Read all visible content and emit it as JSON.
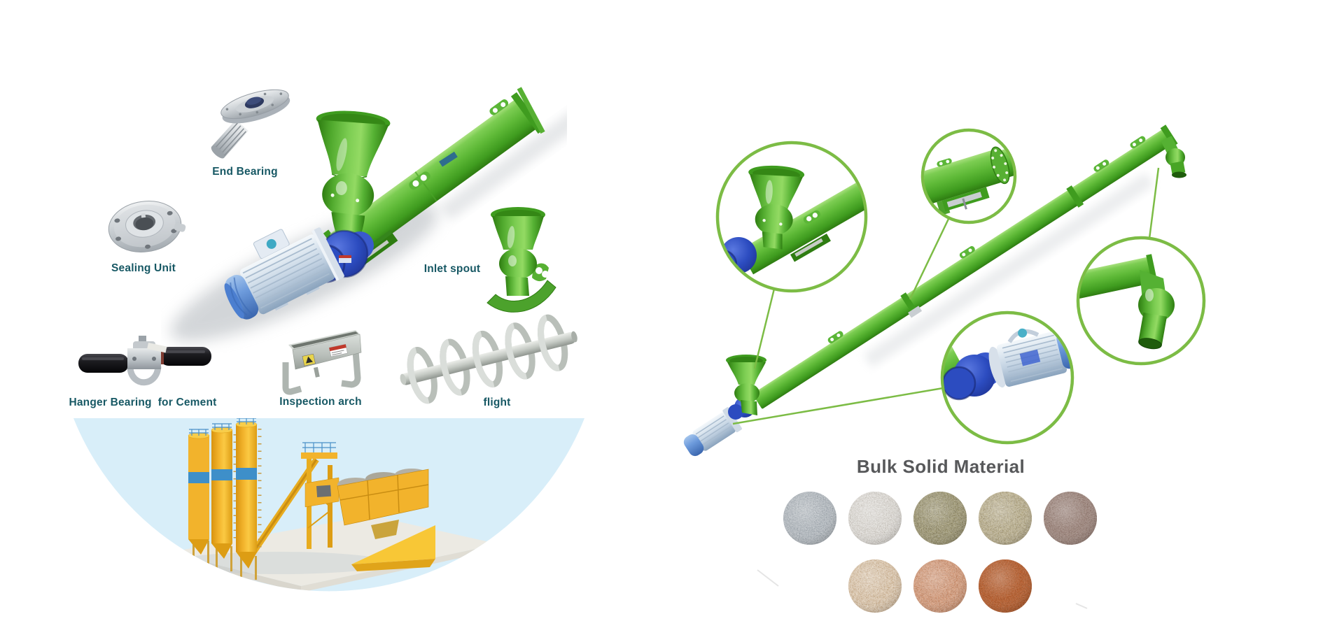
{
  "theme": {
    "accent-green": "#6cc04a",
    "green-dark": "#2e7c11",
    "detail-circle-stroke": "#7cbc45",
    "leader-line": "#7cbc45",
    "label-color": "#175864",
    "heading-color": "#57585a",
    "gearbox-blue": "#2c4cc0",
    "motor-blue": "#5b8fd6",
    "bowl-blue": "#d8eef9",
    "silo-yellow": "#f2b32c",
    "canvas-bg": "#ffffff"
  },
  "left_panel": {
    "parts": [
      {
        "id": "end-bearing",
        "label": "End Bearing"
      },
      {
        "id": "sealing-unit",
        "label": "Sealing Unit"
      },
      {
        "id": "inlet-spout",
        "label": "Inlet spout"
      },
      {
        "id": "hanger-bearing",
        "label": "Hanger Bearing  for Cement"
      },
      {
        "id": "inspection-arch",
        "label": "Inspection arch"
      },
      {
        "id": "flight",
        "label": "flight"
      }
    ],
    "scene": "concrete-batching-plant"
  },
  "right_panel": {
    "heading": "Bulk Solid Material",
    "figure": "assembled-screw-conveyor-with-detail-circles",
    "material_swatches": [
      {
        "name": "gray-cement-powder",
        "base": "#a4acb3",
        "dark": "#7f8890"
      },
      {
        "name": "white-limestone-powder",
        "base": "#d7d3cc",
        "dark": "#a59e94"
      },
      {
        "name": "olive-gravel",
        "base": "#958c5c",
        "dark": "#6e663d"
      },
      {
        "name": "sand-aggregate",
        "base": "#b9ab7e",
        "dark": "#8a7c52"
      },
      {
        "name": "brown-granules",
        "base": "#9b7f74",
        "dark": "#73584e"
      },
      {
        "name": "beige-flakes",
        "base": "#dcc3a2",
        "dark": "#b08d63"
      },
      {
        "name": "salmon-gravel",
        "base": "#d9946c",
        "dark": "#b26a42"
      },
      {
        "name": "red-ochre-powder",
        "base": "#c3591f",
        "dark": "#933f12"
      }
    ]
  }
}
